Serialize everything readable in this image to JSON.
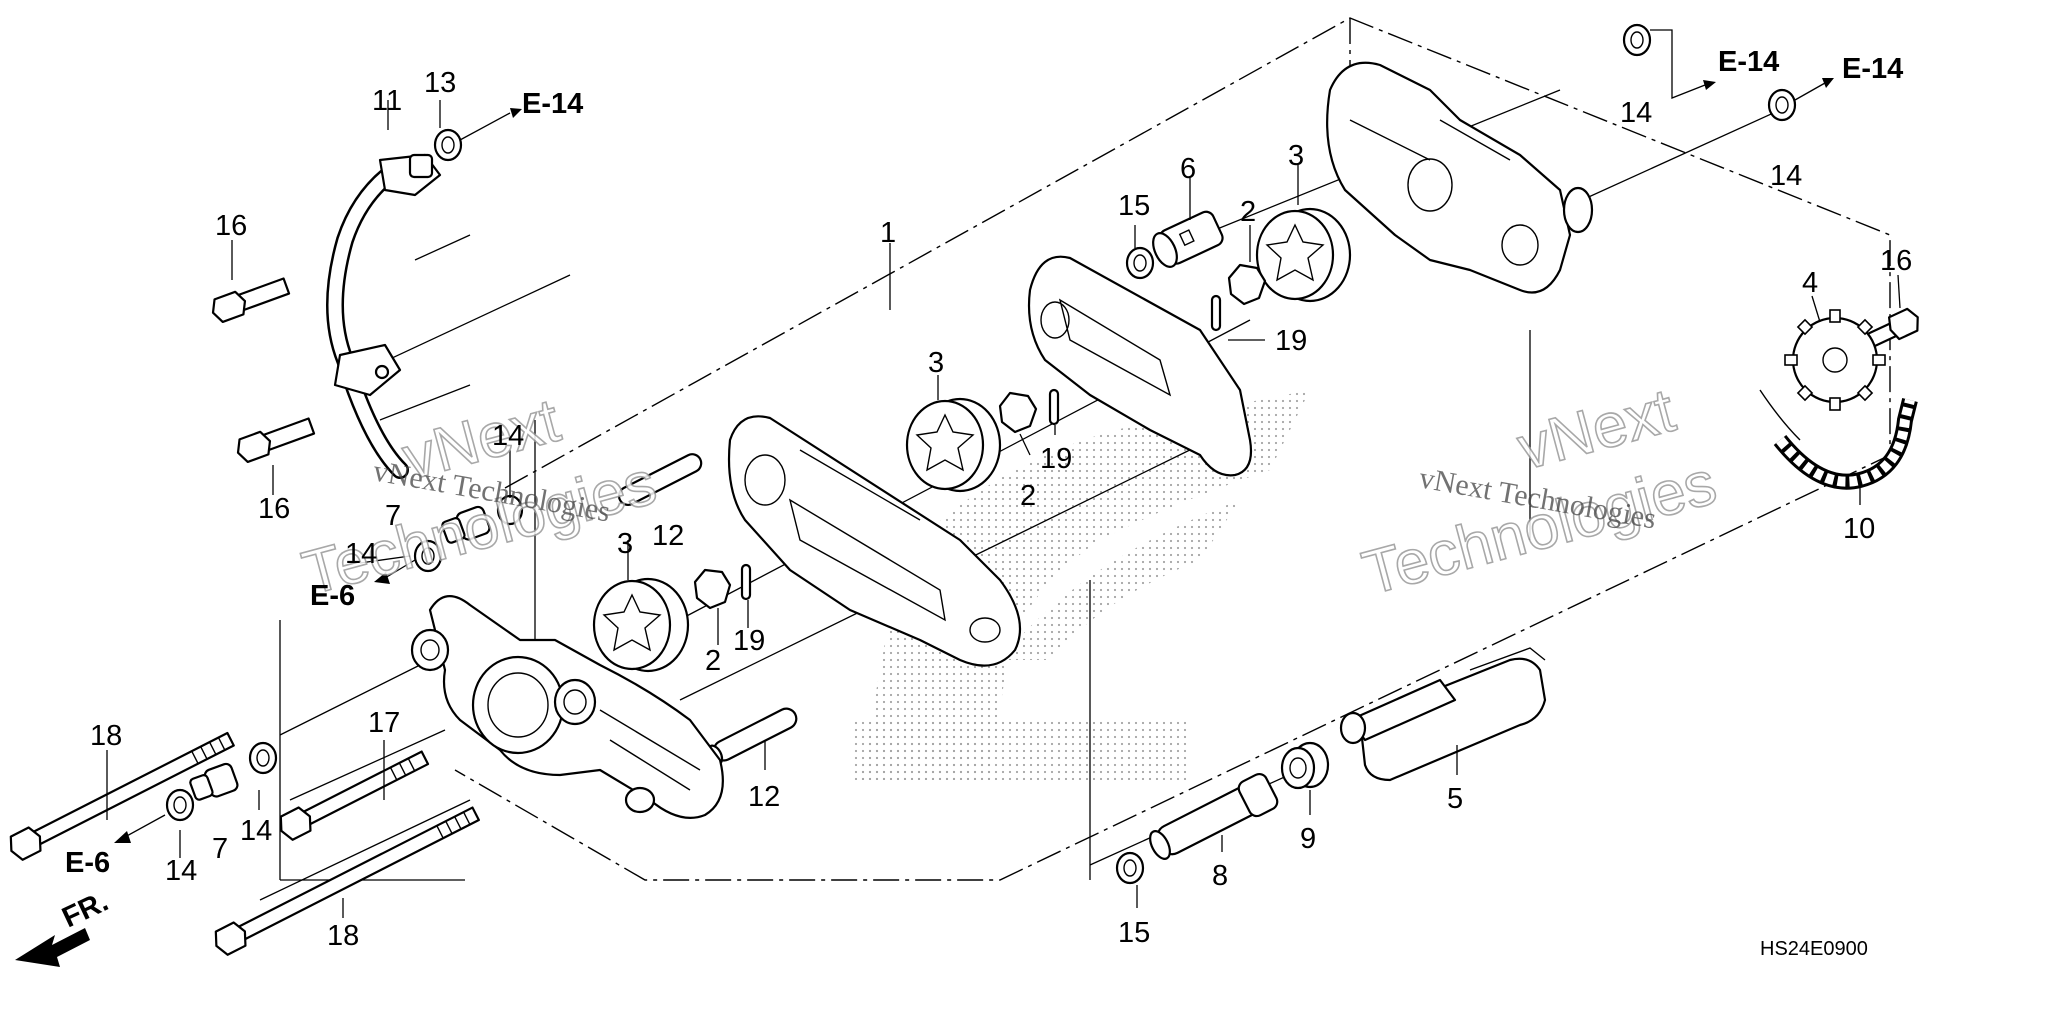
{
  "diagram": {
    "part_code": "HS24E0900",
    "front_indicator": "FR.",
    "watermark": {
      "line1": "vNext Technologies",
      "big1": "vNext",
      "big2": "Technologies"
    },
    "references": {
      "e14": "E-14",
      "e6": "E-6"
    },
    "labels": {
      "p1": "1",
      "p2": "2",
      "p3": "3",
      "p4": "4",
      "p5": "5",
      "p6": "6",
      "p7": "7",
      "p8": "8",
      "p9": "9",
      "p10": "10",
      "p11": "11",
      "p12": "12",
      "p13": "13",
      "p14": "14",
      "p15": "15",
      "p16": "16",
      "p17": "17",
      "p18": "18",
      "p19": "19"
    }
  }
}
